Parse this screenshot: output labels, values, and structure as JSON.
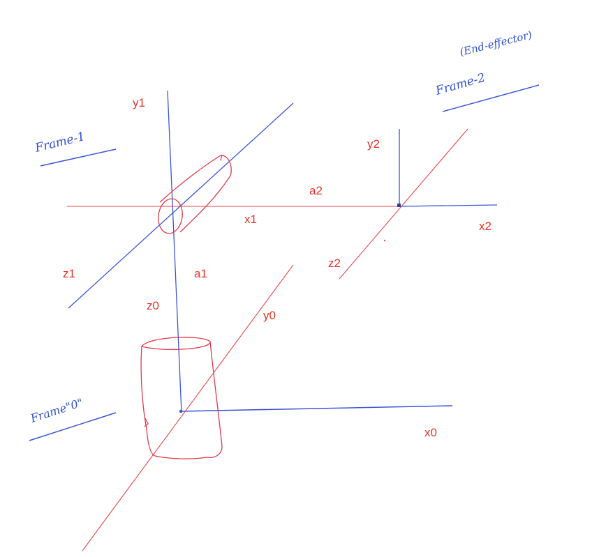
{
  "labels": {
    "y1": "y1",
    "y2": "y2",
    "a2": "a2",
    "x1": "x1",
    "x2": "x2",
    "z1": "z1",
    "a1": "a1",
    "z2": "z2",
    "z0": "z0",
    "y0": "y0",
    "x0": "x0"
  },
  "handwriting": {
    "frame0": "Frame\"0\"",
    "frame1": "Frame-1",
    "frame2": "Frame-2",
    "end_effector": "(End-effector)"
  },
  "colors": {
    "axis_blue": "#3a55d6",
    "axis_red": "#e8454a",
    "label_red": "#e8332a",
    "handwriting_blue": "#2f4fd0"
  }
}
